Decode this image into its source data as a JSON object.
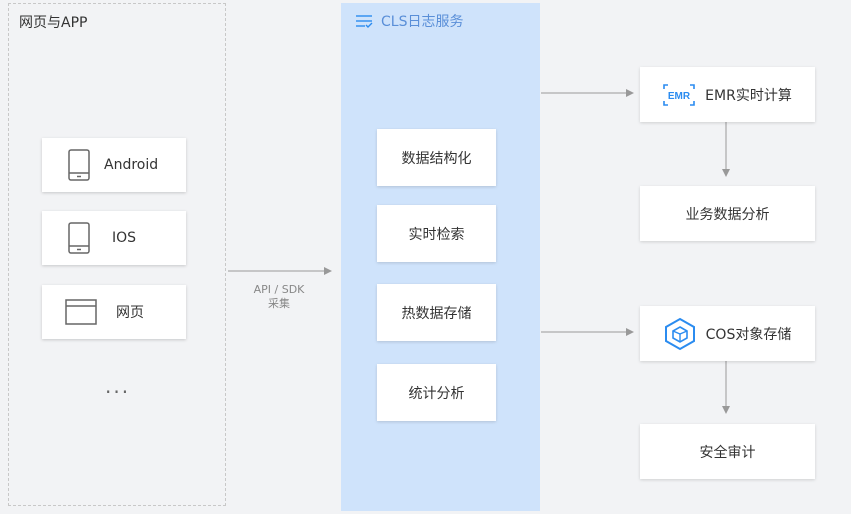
{
  "left_group": {
    "title": "网页与APP",
    "clients": [
      {
        "label": "Android",
        "icon": "tablet-icon"
      },
      {
        "label": "IOS",
        "icon": "tablet-icon"
      },
      {
        "label": "网页",
        "icon": "browser-window-icon"
      }
    ],
    "more": "..."
  },
  "edge_label": {
    "line1": "API / SDK",
    "line2": "采集"
  },
  "cls": {
    "title": "CLS日志服务",
    "icon": "filter-lines-icon",
    "features": [
      "数据结构化",
      "实时检索",
      "热数据存储",
      "统计分析"
    ]
  },
  "right": {
    "emr": {
      "label": "EMR实时计算",
      "icon": "emr-logo-icon",
      "icon_text": "EMR"
    },
    "biz": {
      "label": "业务数据分析"
    },
    "cos": {
      "label": "COS对象存储",
      "icon": "cube-hexagon-icon"
    },
    "audit": {
      "label": "安全审计"
    }
  },
  "colors": {
    "accent": "#2b8cf0",
    "panel": "#cfe3fb",
    "line": "#999999"
  }
}
